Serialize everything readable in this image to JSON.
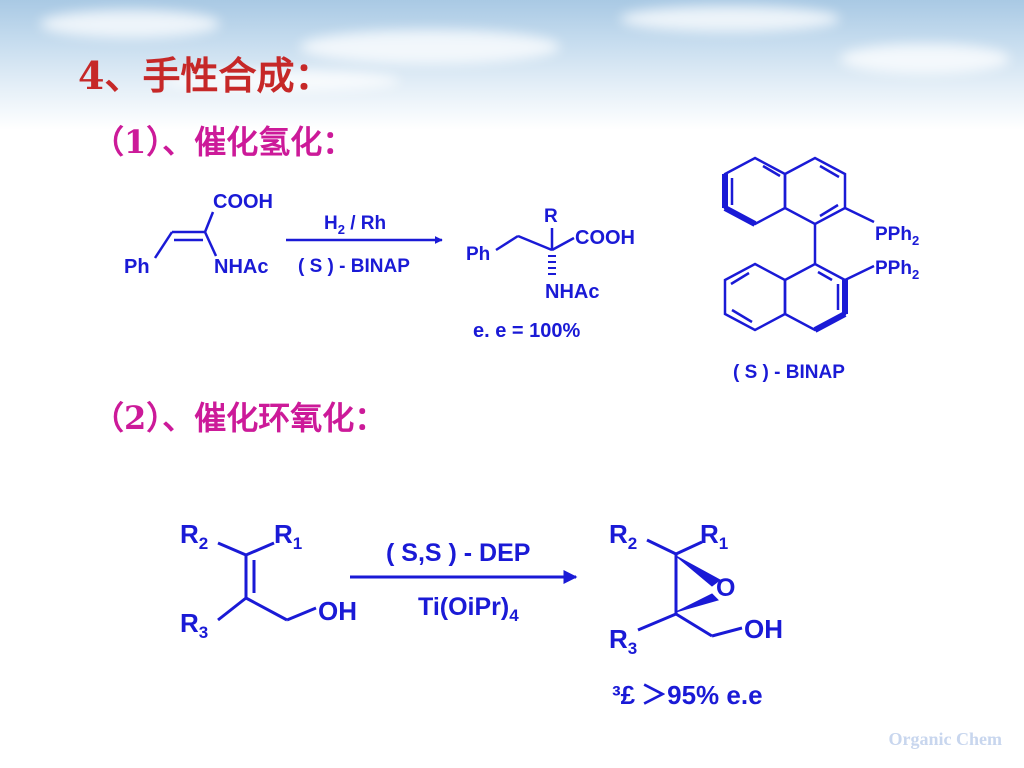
{
  "slide": {
    "title": "4、手性合成：",
    "section1": "（1）、催化氢化：",
    "section2": "（2）、催化环氧化：",
    "watermark": "Organic Chem"
  },
  "reaction1": {
    "reactant": {
      "acid": "COOH",
      "phenyl": "Ph",
      "amide": "NHAc"
    },
    "reagent_h": "H",
    "reagent_h_sub": "2",
    "reagent_rh": " / Rh",
    "catalyst": "( S ) - BINAP",
    "product": {
      "r": "R",
      "phenyl": "Ph",
      "acid": "COOH",
      "amide": "NHAc"
    },
    "ee": "e. e = 100%"
  },
  "binap": {
    "pph": "PPh",
    "pph_sub": "2",
    "label": "( S ) - BINAP"
  },
  "reaction2": {
    "reactant": {
      "r1": "R",
      "r1_sub": "1",
      "r2": "R",
      "r2_sub": "2",
      "r3": "R",
      "r3_sub": "3",
      "oh": "OH"
    },
    "reagent_top": "( S,S ) - DEP",
    "reagent_bottom": "Ti(OiPr)",
    "reagent_bottom_sub": "4",
    "product": {
      "r1": "R",
      "r1_sub": "1",
      "r2": "R",
      "r2_sub": "2",
      "r3": "R",
      "r3_sub": "3",
      "o": "O",
      "oh": "OH"
    },
    "ee_prefix": "³£",
    "ee": "＞95% e.e"
  },
  "colors": {
    "title": "#c62828",
    "subtitle": "#cc1a99",
    "structure": "#1a1ad6"
  }
}
